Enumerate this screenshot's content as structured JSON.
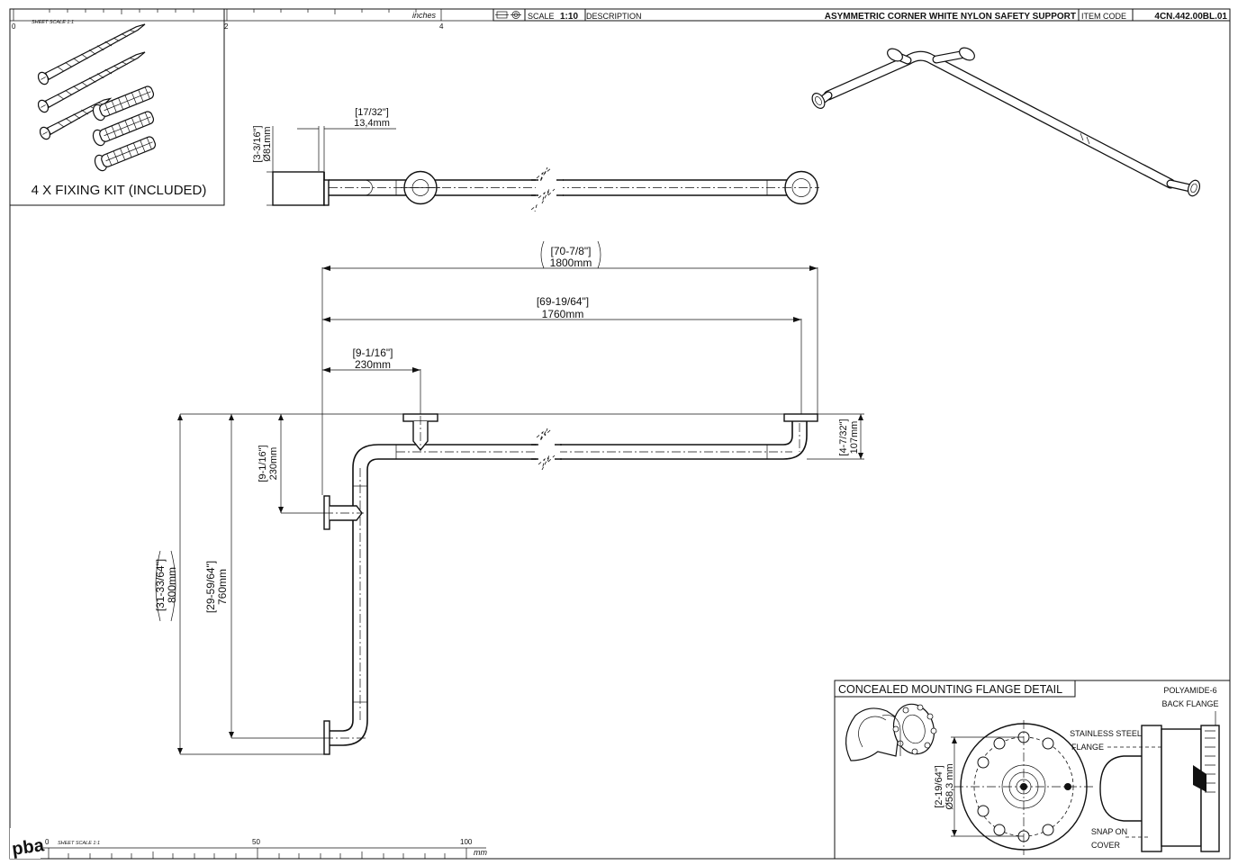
{
  "title_block": {
    "scale_label": "SCALE",
    "scale_value": "1:10",
    "description_label": "DESCRIPTION",
    "description": "ASYMMETRIC CORNER WHITE NYLON SAFETY SUPPORT",
    "item_code_label": "ITEM CODE",
    "item_code": "4CN.442.00BL.01"
  },
  "ruler_top": {
    "label": "inches",
    "sheet_scale": "SHEET SCALE 1:1",
    "ticks": [
      "0",
      "2",
      "4"
    ]
  },
  "ruler_bottom": {
    "label": "mm",
    "sheet_scale": "SHEET SCALE 1:1",
    "ticks": [
      "0",
      "50",
      "100"
    ]
  },
  "logo": "pba",
  "fixing_kit": {
    "caption": "4 X FIXING KIT (INCLUDED)"
  },
  "side_view": {
    "dim_flange_depth_in": "[17/32\"]",
    "dim_flange_depth_mm": "13,4mm",
    "dim_diameter_in": "[3-3/16\"]",
    "dim_diameter_mm": "Ø81mm"
  },
  "plan_view": {
    "dim_overall_in": "[70-7/8\"]",
    "dim_overall_mm": "1800mm",
    "dim_centres_in": "[69-19/64\"]",
    "dim_centres_mm": "1760mm",
    "dim_offset_in": "[9-1/16\"]",
    "dim_offset_mm": "230mm",
    "dim_depth_in": "[4-7/32\"]",
    "dim_depth_mm": "107mm",
    "dim_corner_in": "[9-1/16\"]",
    "dim_corner_mm": "230mm",
    "dim_vert_centres_in": "[29-59/64\"]",
    "dim_vert_centres_mm": "760mm",
    "dim_vert_overall_in": "[31-33/64\"]",
    "dim_vert_overall_mm": "800mm"
  },
  "detail": {
    "title": "CONCEALED MOUNTING FLANGE DETAIL",
    "label_back_flange_1": "POLYAMIDE-6",
    "label_back_flange_2": "BACK FLANGE",
    "label_steel_1": "STAINLESS STEEL",
    "label_steel_2": "FLANGE",
    "label_cover_1": "SNAP ON",
    "label_cover_2": "COVER",
    "dim_in": "[2-19/64\"]",
    "dim_mm": "Ø58,3 mm"
  }
}
